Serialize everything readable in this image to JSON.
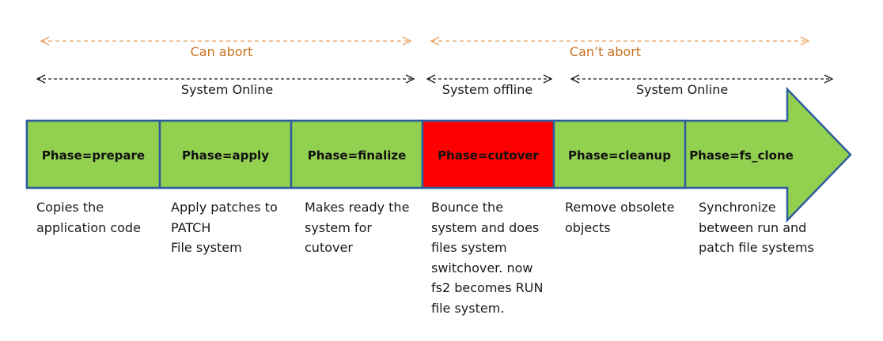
{
  "colors": {
    "phase_fill": "#92d050",
    "phase_border": "#2e5d9e",
    "cutover_fill": "#ff0000",
    "orange": "#e8a062",
    "orange_text": "#c8731f",
    "black": "#1a1a1a"
  },
  "ranges": {
    "abort": [
      {
        "label": "Can abort"
      },
      {
        "label": "Can’t abort"
      }
    ],
    "status": [
      {
        "label": "System Online"
      },
      {
        "label": "System offline"
      },
      {
        "label": "System Online"
      }
    ]
  },
  "phases": [
    {
      "label": "Phase=prepare",
      "description": "Copies the\napplication code"
    },
    {
      "label": "Phase=apply",
      "description": "Apply patches to\nPATCH\nFile system"
    },
    {
      "label": "Phase=finalize",
      "description": "Makes ready the\nsystem for\ncutover"
    },
    {
      "label": "Phase=cutover",
      "description": "Bounce the\nsystem and does\nfiles system\nswitchover. now\nfs2 becomes RUN\nfile system."
    },
    {
      "label": "Phase=cleanup",
      "description": "Remove obsolete\nobjects"
    },
    {
      "label": "Phase=fs_clone",
      "description": "Synchronize\nbetween run and\npatch file systems"
    }
  ]
}
